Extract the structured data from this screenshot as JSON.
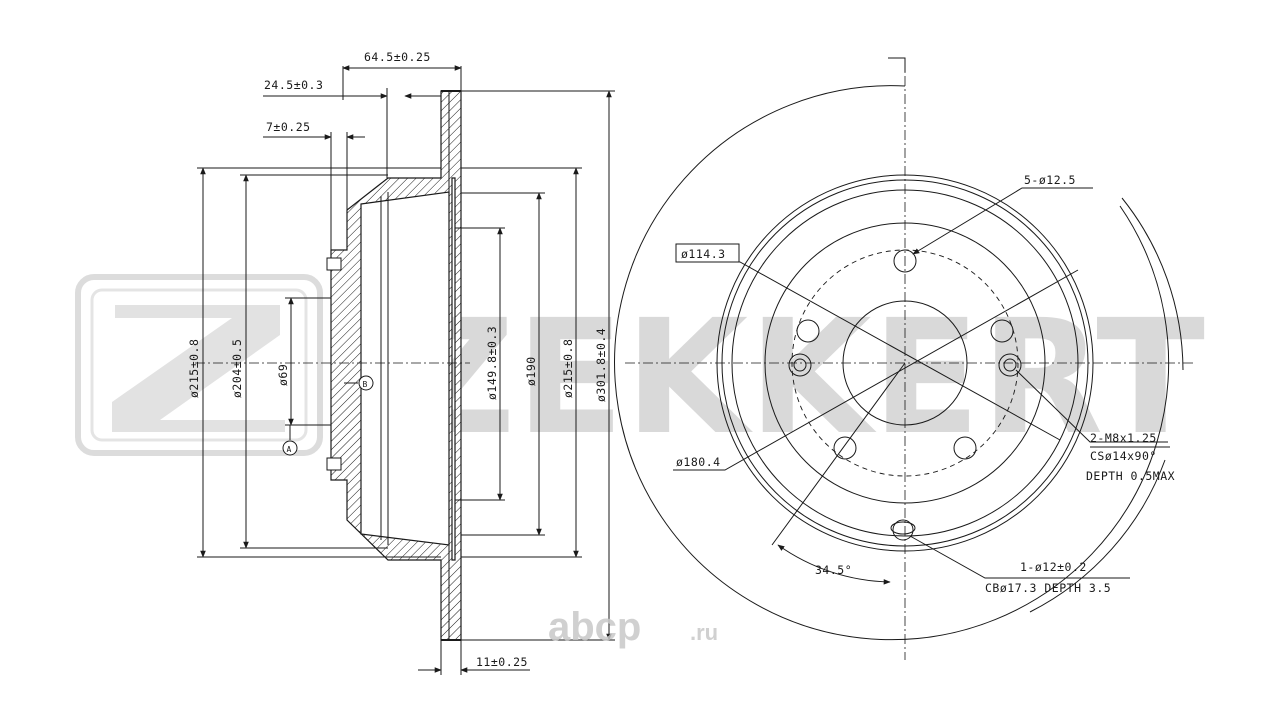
{
  "watermark": {
    "brand_logo": "ZEKKERT",
    "site": "abcp",
    "site_tld": ".ru"
  },
  "side_view": {
    "dims": {
      "overall_width": "64.5±0.25",
      "hat_height": "24.5±0.3",
      "flange": "7±0.25",
      "thickness": "11±0.25",
      "d215_left": "ø215±0.8",
      "d204": "ø204±0.5",
      "d69": "ø69",
      "d149": "ø149.8±0.3",
      "d190": "ø190",
      "d215_right": "ø215±0.8",
      "d301": "ø301.8±0.4"
    },
    "datum_a": "A",
    "datum_b": "B"
  },
  "front_view": {
    "dims": {
      "holes": "5-ø12.5",
      "pcd": "ø114.3",
      "d180": "ø180.4",
      "angle": "34.5°"
    },
    "notes": {
      "threads_line1": "2-M8x1.25",
      "threads_line2": "CSø14x90°",
      "threads_line3": "DEPTH 0.5MAX",
      "locator_line1": "1-ø12±0.2",
      "locator_line2": "CBø17.3 DEPTH 3.5"
    }
  }
}
